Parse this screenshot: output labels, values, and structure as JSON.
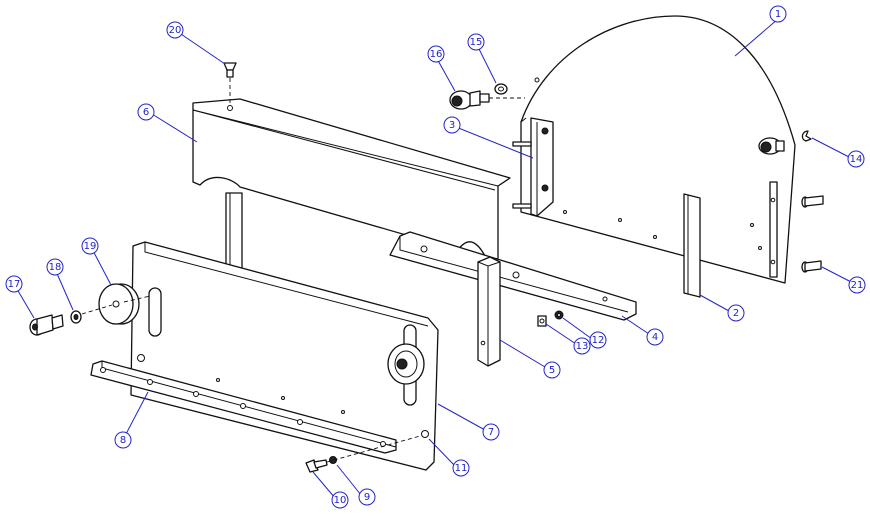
{
  "colors": {
    "line": "#111111",
    "callout": "#2323c8",
    "background": "#ffffff"
  },
  "balloons": [
    {
      "id": "b1",
      "number": "1"
    },
    {
      "id": "b2",
      "number": "2"
    },
    {
      "id": "b3",
      "number": "3"
    },
    {
      "id": "b4",
      "number": "4"
    },
    {
      "id": "b5",
      "number": "5"
    },
    {
      "id": "b6",
      "number": "6"
    },
    {
      "id": "b7",
      "number": "7"
    },
    {
      "id": "b8",
      "number": "8"
    },
    {
      "id": "b9",
      "number": "9"
    },
    {
      "id": "b10",
      "number": "10"
    },
    {
      "id": "b11",
      "number": "11"
    },
    {
      "id": "b12",
      "number": "12"
    },
    {
      "id": "b13",
      "number": "13"
    },
    {
      "id": "b14",
      "number": "14"
    },
    {
      "id": "b15",
      "number": "15"
    },
    {
      "id": "b16",
      "number": "16"
    },
    {
      "id": "b17",
      "number": "17"
    },
    {
      "id": "b18",
      "number": "18"
    },
    {
      "id": "b19",
      "number": "19"
    },
    {
      "id": "b20",
      "number": "20"
    },
    {
      "id": "b21",
      "number": "21"
    }
  ]
}
